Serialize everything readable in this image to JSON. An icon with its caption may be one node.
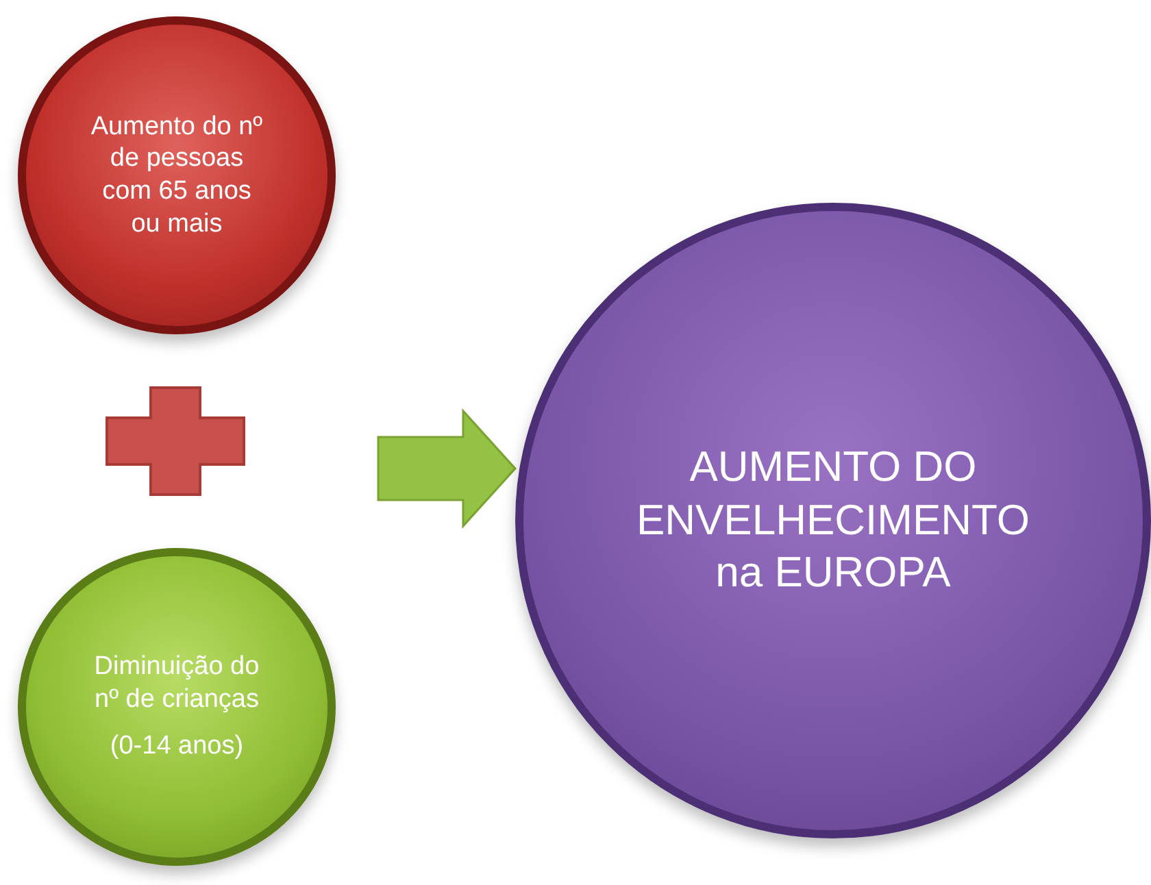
{
  "diagram": {
    "nodes": [
      {
        "text": [
          "Aumento do nº de pessoas com 65 anos ou mais"
        ]
      },
      {
        "text": [
          "Diminuição do nº de crianças",
          "(0-14 anos)"
        ]
      },
      {
        "text": [
          "AUMENTO DO ENVELHECIMENTO na EUROPA"
        ]
      }
    ],
    "edges": [
      {
        "from": null,
        "to": 2,
        "arrow": "to"
      }
    ]
  }
}
